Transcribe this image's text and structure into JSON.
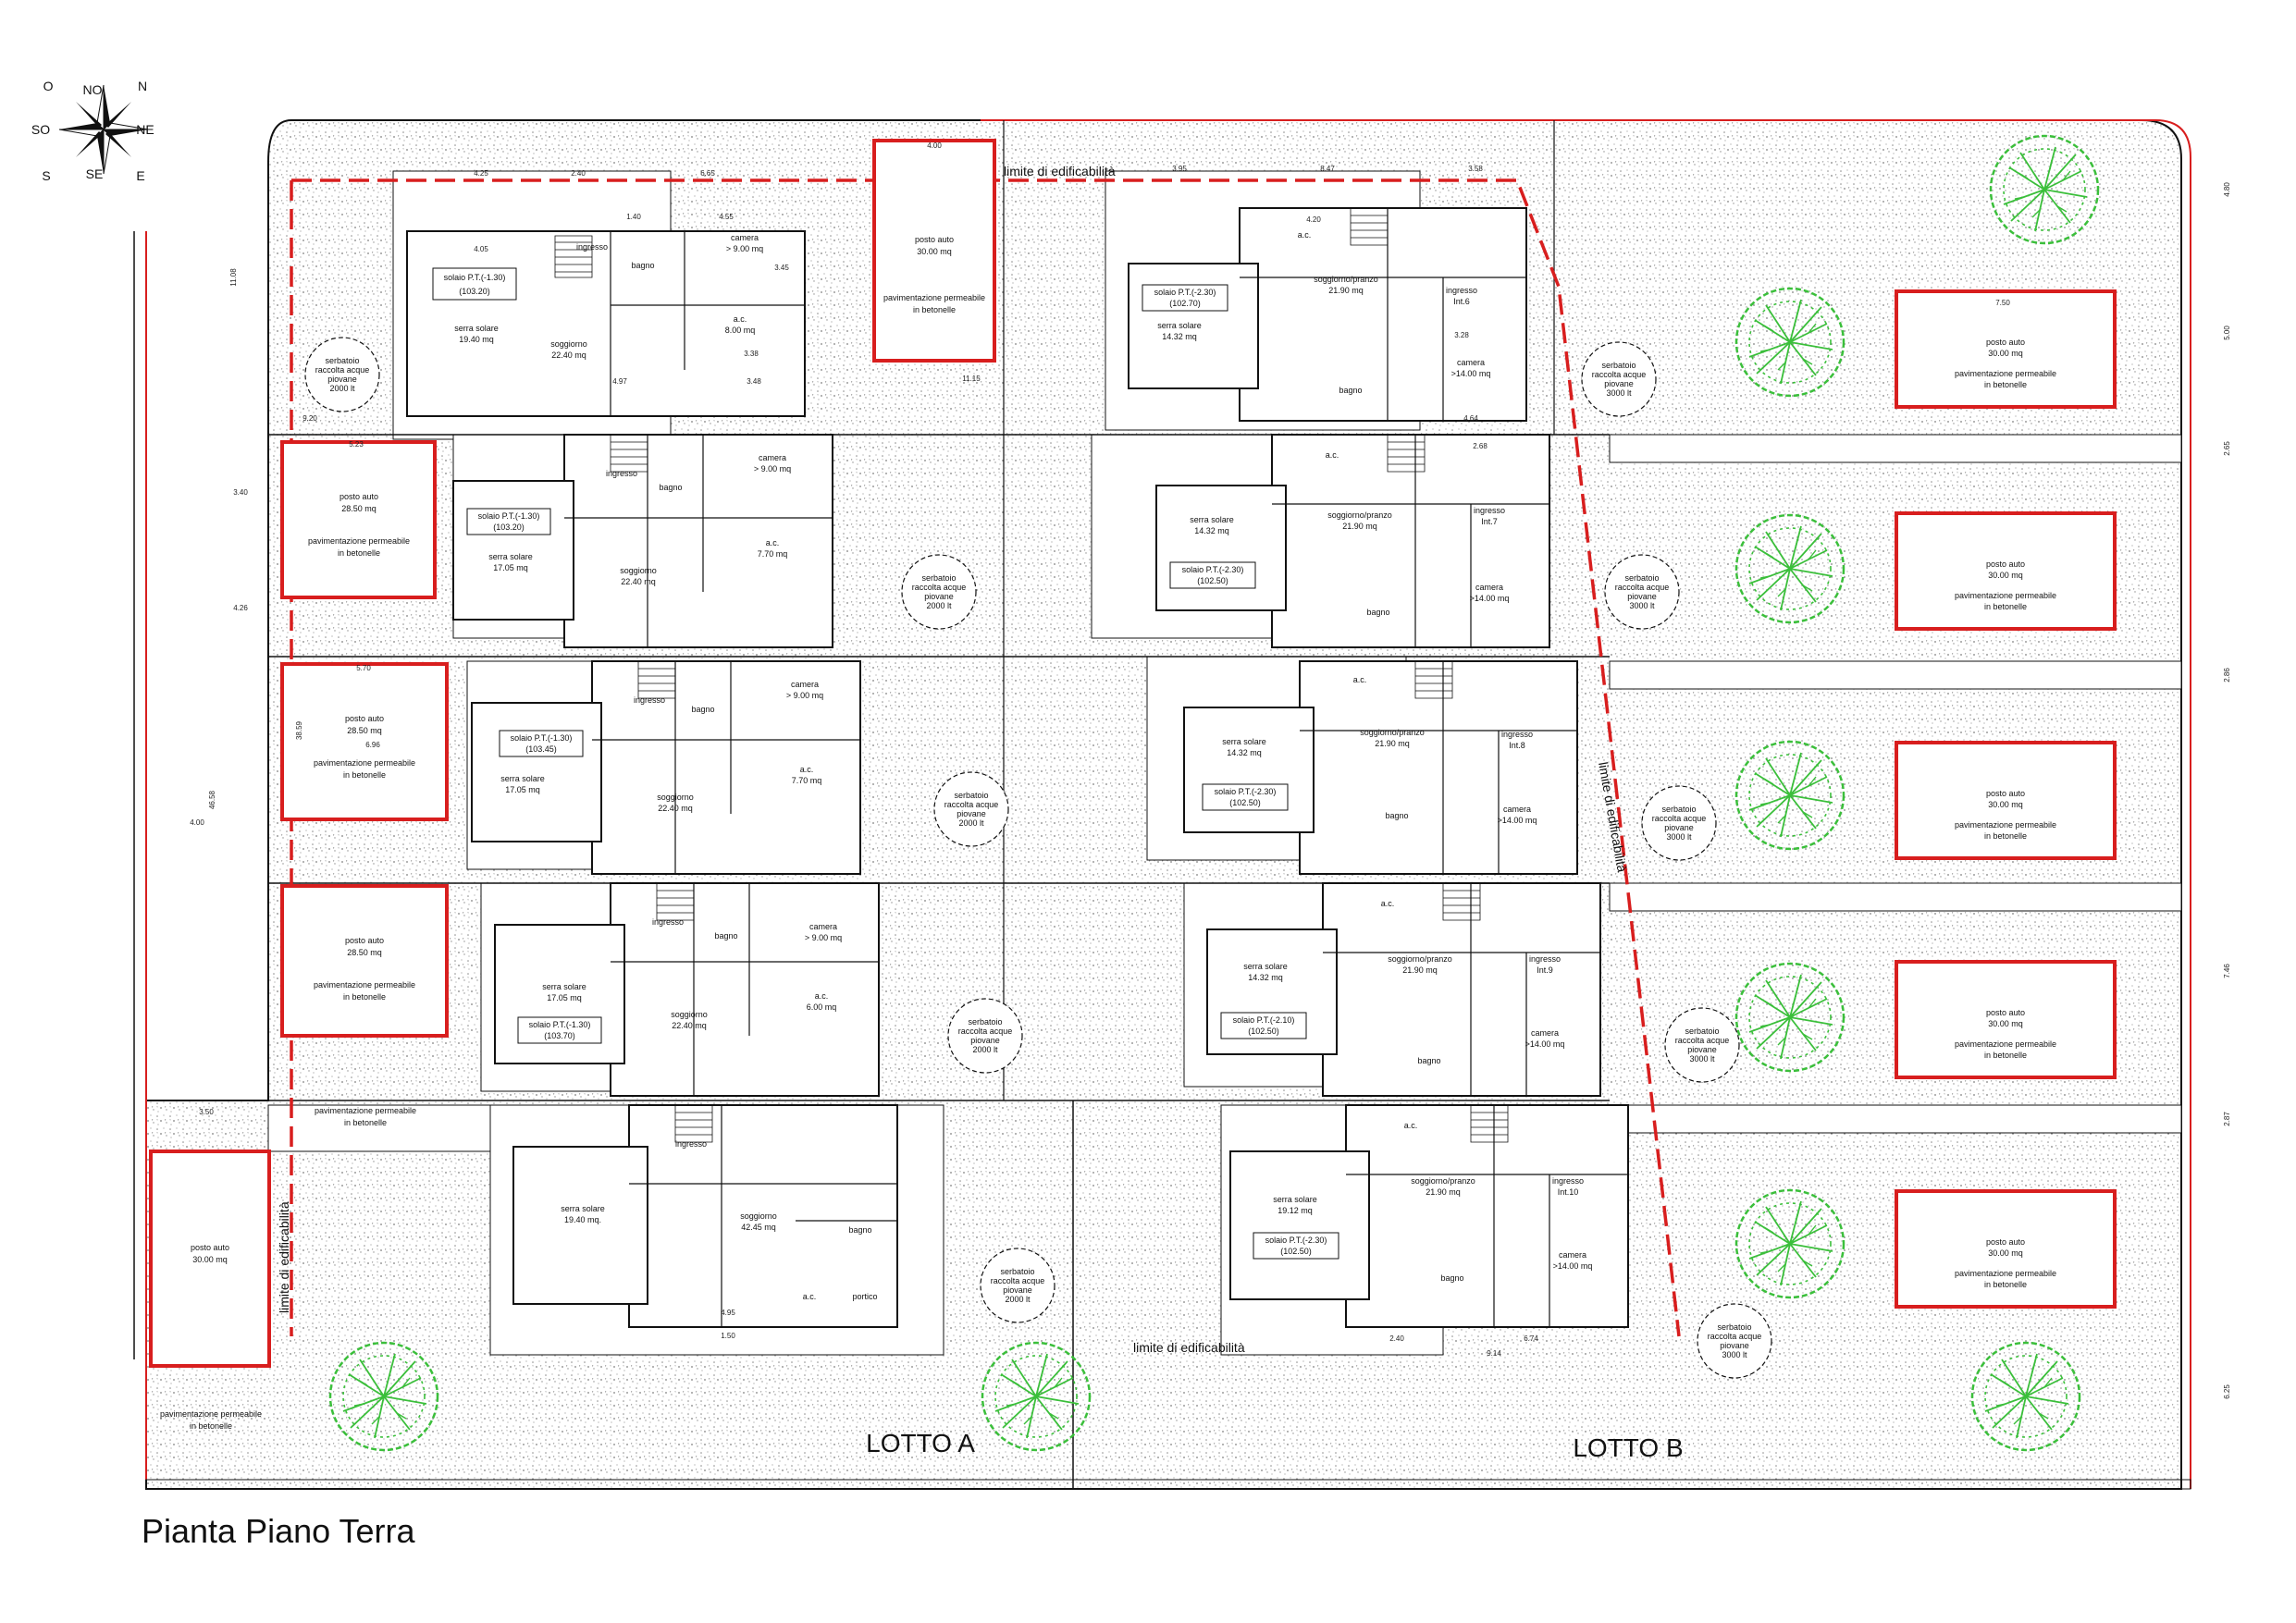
{
  "title": "Pianta Piano Terra",
  "compass": {
    "N": "N",
    "NE": "NE",
    "E": "E",
    "SE": "SE",
    "S": "S",
    "SO": "SO",
    "O": "O",
    "NO": "NO"
  },
  "lots": {
    "a": "LOTTO A",
    "b": "LOTTO B"
  },
  "limit_label": "limite di edificabilità",
  "parking": {
    "p1": [
      "posto auto",
      "30.00 mq",
      "pavimentazione permeabile",
      "in betonelle"
    ],
    "p2": [
      "posto auto",
      "28.50 mq",
      "pavimentazione permeabile",
      "in betonelle"
    ],
    "p3": [
      "posto auto",
      "28.50 mq",
      "pavimentazione permeabile",
      "in betonelle"
    ],
    "p4": [
      "posto auto",
      "28.50 mq",
      "pavimentazione permeabile",
      "in betonelle"
    ],
    "p5": [
      "posto auto",
      "30.00 mq",
      "",
      ""
    ],
    "r1": [
      "posto auto",
      "30.00 mq",
      "pavimentazione permeabile",
      "in betonelle"
    ],
    "r2": [
      "posto auto",
      "30.00 mq",
      "pavimentazione permeabile",
      "in betonelle"
    ],
    "r3": [
      "posto auto",
      "30.00 mq",
      "pavimentazione permeabile",
      "in betonelle"
    ],
    "r4": [
      "posto auto",
      "30.00 mq",
      "pavimentazione permeabile",
      "in betonelle"
    ],
    "r5": [
      "posto auto",
      "30.00 mq",
      "pavimentazione permeabile",
      "in betonelle"
    ]
  },
  "paving_left": [
    "pavimentazione permeabile",
    "in betonelle"
  ],
  "paving_bottom": [
    "pavimentazione permeabile",
    "in betonelle"
  ],
  "tanks": {
    "t1": [
      "serbatoio",
      "raccolta acque",
      "piovane",
      "2000 lt"
    ],
    "t2": [
      "serbatoio",
      "raccolta acque",
      "piovane",
      "2000 lt"
    ],
    "t3": [
      "serbatoio",
      "raccolta acque",
      "piovane",
      "2000 lt"
    ],
    "t4": [
      "serbatoio",
      "raccolta acque",
      "piovane",
      "2000 lt"
    ],
    "t5": [
      "serbatoio",
      "raccolta acque",
      "piovane",
      "2000 lt"
    ],
    "t6": [
      "serbatoio",
      "raccolta acque",
      "piovane",
      "3000 lt"
    ],
    "t7": [
      "serbatoio",
      "raccolta acque",
      "piovane",
      "3000 lt"
    ],
    "t8": [
      "serbatoio",
      "raccolta acque",
      "piovane",
      "3000 lt"
    ],
    "t9": [
      "serbatoio",
      "raccolta acque",
      "piovane",
      "3000 lt"
    ],
    "t10": [
      "serbatoio",
      "raccolta acque",
      "piovane",
      "3000 lt"
    ]
  },
  "units_a": [
    {
      "solaio": "solaio P.T.(-1.30)",
      "area": "(103.20)",
      "serra": "serra solare",
      "serra_mq": "19.40 mq",
      "sogg": "soggiorno",
      "sogg_mq": "22.40 mq",
      "cam": "camera",
      "cam_mq": "> 9.00 mq",
      "ac": "a.c.",
      "ac_mq": "8.00 mq",
      "bagno": "bagno",
      "ingresso": "ingresso"
    },
    {
      "solaio": "solaio P.T.(-1.30)",
      "area": "(103.20)",
      "serra": "serra solare",
      "serra_mq": "17.05 mq",
      "sogg": "soggiorno",
      "sogg_mq": "22.40 mq",
      "cam": "camera",
      "cam_mq": "> 9.00 mq",
      "ac": "a.c.",
      "ac_mq": "7.70 mq",
      "bagno": "bagno",
      "ingresso": "ingresso"
    },
    {
      "solaio": "solaio P.T.(-1.30)",
      "area": "(103.45)",
      "serra": "serra solare",
      "serra_mq": "17.05 mq",
      "sogg": "soggiorno",
      "sogg_mq": "22.40 mq",
      "cam": "camera",
      "cam_mq": "> 9.00 mq",
      "ac": "a.c.",
      "ac_mq": "7.70 mq",
      "bagno": "bagno",
      "ingresso": "ingresso"
    },
    {
      "solaio": "solaio P.T.(-1.30)",
      "area": "(103.70)",
      "serra": "serra solare",
      "serra_mq": "17.05 mq",
      "sogg": "soggiorno",
      "sogg_mq": "22.40 mq",
      "cam": "camera",
      "cam_mq": "> 9.00 mq",
      "ac": "a.c.",
      "ac_mq": "6.00 mq",
      "bagno": "bagno",
      "ingresso": "ingresso"
    }
  ],
  "unit_a5": {
    "serra": "serra solare",
    "serra_mq": "19.40 mq.",
    "sogg": "soggiorno",
    "sogg_mq": "42.45 mq",
    "ac": "a.c.",
    "portico": "portico",
    "bagno": "bagno",
    "ingresso": "ingresso"
  },
  "units_b": [
    {
      "solaio": "solaio P.T.(-2.30)",
      "area": "(102.70)",
      "serra": "serra solare",
      "serra_mq": "14.32 mq",
      "sogg": "soggiorno/pranzo",
      "sogg_mq": "21.90 mq",
      "cam": "camera",
      "cam_mq": ">14.00 mq",
      "ac": "a.c.",
      "bagno": "bagno",
      "ingresso": "ingresso",
      "int": "Int.6"
    },
    {
      "solaio": "solaio P.T.(-2.30)",
      "area": "(102.50)",
      "serra": "serra solare",
      "serra_mq": "14.32 mq",
      "sogg": "soggiorno/pranzo",
      "sogg_mq": "21.90 mq",
      "cam": "camera",
      "cam_mq": ">14.00 mq",
      "ac": "a.c.",
      "bagno": "bagno",
      "ingresso": "ingresso",
      "int": "Int.7"
    },
    {
      "solaio": "solaio P.T.(-2.30)",
      "area": "(102.50)",
      "serra": "serra solare",
      "serra_mq": "14.32 mq",
      "sogg": "soggiorno/pranzo",
      "sogg_mq": "21.90 mq",
      "cam": "camera",
      "cam_mq": ">14.00 mq",
      "ac": "a.c.",
      "bagno": "bagno",
      "ingresso": "ingresso",
      "int": "Int.8"
    },
    {
      "solaio": "solaio P.T.(-2.10)",
      "area": "(102.50)",
      "serra": "serra solare",
      "serra_mq": "14.32 mq",
      "sogg": "soggiorno/pranzo",
      "sogg_mq": "21.90 mq",
      "cam": "camera",
      "cam_mq": ">14.00 mq",
      "ac": "a.c.",
      "bagno": "bagno",
      "ingresso": "ingresso",
      "int": "Int.9"
    },
    {
      "solaio": "solaio P.T.(-2.30)",
      "area": "(102.50)",
      "serra": "serra solare",
      "serra_mq": "19.12 mq",
      "sogg": "soggiorno/pranzo",
      "sogg_mq": "21.90 mq",
      "cam": "camera",
      "cam_mq": ">14.00 mq",
      "ac": "a.c.",
      "bagno": "bagno",
      "ingresso": "ingresso",
      "int": "Int.10"
    }
  ],
  "dims": {
    "d1": "4.25",
    "d2": "2.40",
    "d3": "6.65",
    "d4": "8.47",
    "d5": "3.95",
    "d6": "3.58",
    "d7": "4.00",
    "d8": "11.15",
    "d9": "9.20",
    "d10": "5.23",
    "d11": "3.40",
    "d12": "4.26",
    "d13": "46.58",
    "d14": "4.00",
    "d15": "3.50",
    "d16": "5.70",
    "d17": "6.96",
    "d18": "38.59",
    "d19": "2.40",
    "d20": "6.74",
    "d21": "9.14",
    "d22": "4.95",
    "d23": "1.50",
    "d24": "7.50",
    "d25": "5.00",
    "d26": "4.80",
    "d27": "2.65",
    "d28": "2.86",
    "d29": "7.46",
    "d30": "2.87",
    "d31": "6.25",
    "d32": "1.40",
    "d33": "4.55",
    "d34": "3.45",
    "d35": "3.38",
    "d36": "4.97",
    "d37": "3.48",
    "d38": "4.05",
    "d39": "11.08",
    "d40": "4.20",
    "d41": "2.68",
    "d42": "3.28",
    "d43": "4.64"
  },
  "colors": {
    "accent": "#d81e1e",
    "tree": "#3bbf3b",
    "line": "#111111",
    "hatch": "#9a9a9a"
  }
}
